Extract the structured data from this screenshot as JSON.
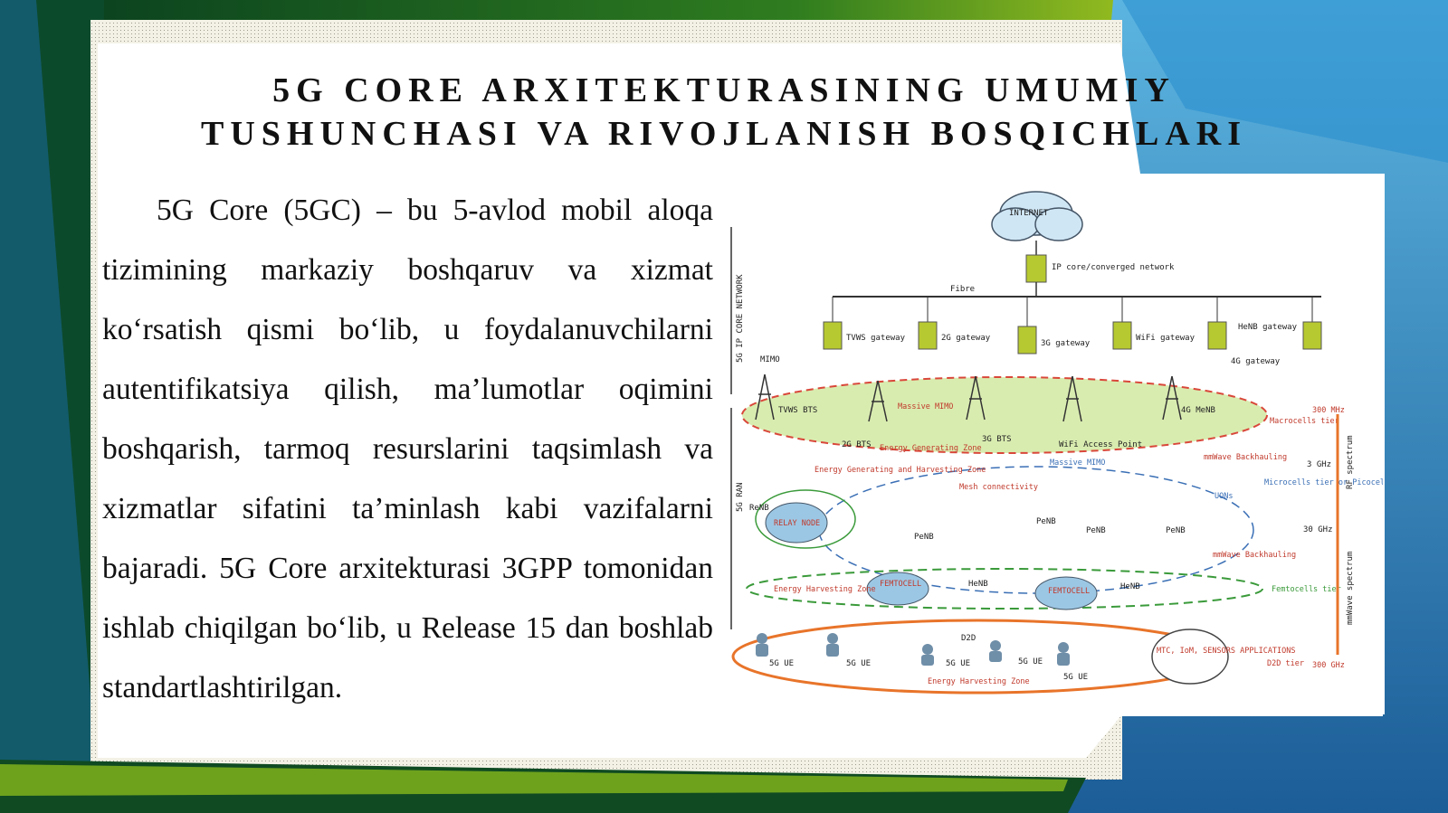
{
  "slide": {
    "title_line1": "5G CORE ARXITEKTURASINING UMUMIY",
    "title_line2": "TUSHUNCHASI VA RIVOJLANISH BOSQICHLARI",
    "paragraph": "5G Core (5GC) – bu 5-avlod mobil aloqa tizimining markaziy boshqaruv va xizmat ko‘rsatish qismi bo‘lib, u foydalanuvchilarni autentifikatsiya qilish, ma’lumotlar oqimini boshqarish, tarmoq resurslarini taqsimlash va xizmatlar sifatini ta’minlash kabi vazifalarni bajaradi. 5G Core arxitekturasi 3GPP tomonidan ishlab chiqilgan bo‘lib, u Release 15 dan boshlab standartlashtirilgan."
  },
  "diagram": {
    "internet": "INTERNET",
    "ip_core": "IP core/converged network",
    "fibre": "Fibre",
    "side_core": "5G IP CORE NETWORK",
    "side_ran": "5G RAN",
    "gateways": [
      "TVWS gateway",
      "2G gateway",
      "3G gateway",
      "WiFi gateway",
      "HeNB gateway",
      "4G gateway"
    ],
    "mimo": "MIMO",
    "bts": [
      "TVWS BTS",
      "2G BTS",
      "3G BTS",
      "WiFi Access Point",
      "4G MeNB"
    ],
    "massive_mimo": "Massive MIMO",
    "energy_generating_zone": "Energy Generating Zone",
    "energy_gen_harv_zone": "Energy Generating and Harvesting Zone",
    "mesh": "Mesh connectivity",
    "penb": "PeNB",
    "henb": "HeNB",
    "renb": "ReNB",
    "relay_node": "RELAY NODE",
    "femtocell": "FEMTOCELL",
    "energy_harvesting_zone": "Energy Harvesting Zone",
    "ue": "5G UE",
    "d2d": "D2D",
    "mtc": "MTC, IoM, SENSORS APPLICATIONS",
    "mmwave_backhauling": "mmWave Backhauling",
    "uons": "UONs",
    "right_labels": {
      "macrocells": "Macrocells tier",
      "microcells": "Microcells tier or Picocells",
      "femtocells": "Femtocells tier",
      "d2d_tier": "D2D tier",
      "mhz": "300 MHz",
      "ghz3": "3 GHz",
      "ghz30": "30 GHz",
      "ghz300": "300 GHz",
      "rf_spectrum": "RF spectrum",
      "mmwave_spectrum": "mmWave spectrum"
    }
  }
}
